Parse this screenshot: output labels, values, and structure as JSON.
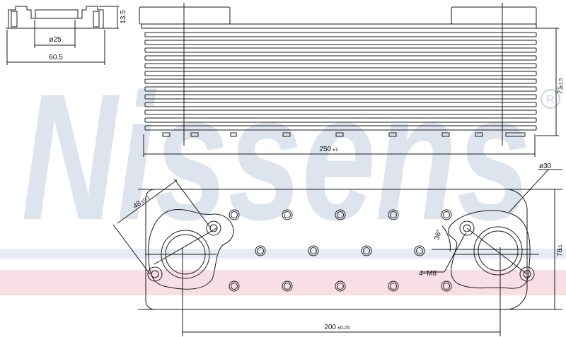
{
  "brand": {
    "watermark": "Nissens",
    "trademark": "®",
    "watermark_color": "#dde4ee",
    "band_blue": "#e7ecf4",
    "band_pink": "#f8dfe5"
  },
  "line_color": "#1a1a1a",
  "dims": {
    "side_height": "13.5",
    "port_diameter": "ø25",
    "side_width": "60.5",
    "overall_length_main": "250",
    "overall_length_tol": "±1",
    "stack_height_main": "71",
    "stack_height_tol": "±1.5",
    "flange_diameter": "ø30",
    "flange_span_main": "48",
    "flange_span_tol": "±0.1",
    "angle": "36°",
    "thread": "4–M8",
    "body_width_main": "78",
    "body_width_tol": "±1",
    "port_spacing_main": "200",
    "port_spacing_tol": "±0.25"
  }
}
